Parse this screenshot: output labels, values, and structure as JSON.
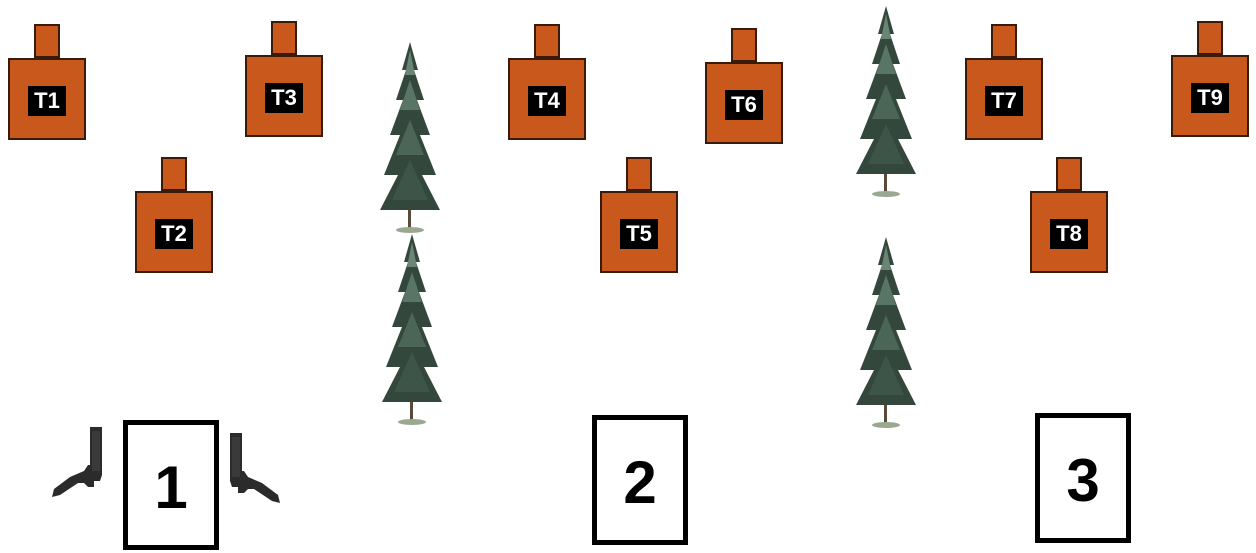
{
  "colors": {
    "target_fill": "#c8581b",
    "target_label_bg": "#000000",
    "label_text": "#ffffff",
    "tree_dark": "#2f3d34",
    "tree_mid": "#4f6a5a",
    "station_border": "#000000"
  },
  "targets": [
    {
      "label": "T1"
    },
    {
      "label": "T2"
    },
    {
      "label": "T3"
    },
    {
      "label": "T4"
    },
    {
      "label": "T5"
    },
    {
      "label": "T6"
    },
    {
      "label": "T7"
    },
    {
      "label": "T8"
    },
    {
      "label": "T9"
    }
  ],
  "stations": [
    {
      "number": "1"
    },
    {
      "number": "2"
    },
    {
      "number": "3"
    }
  ],
  "trees_count": 4,
  "icons": [
    "pistol-icon",
    "tree-icon"
  ]
}
